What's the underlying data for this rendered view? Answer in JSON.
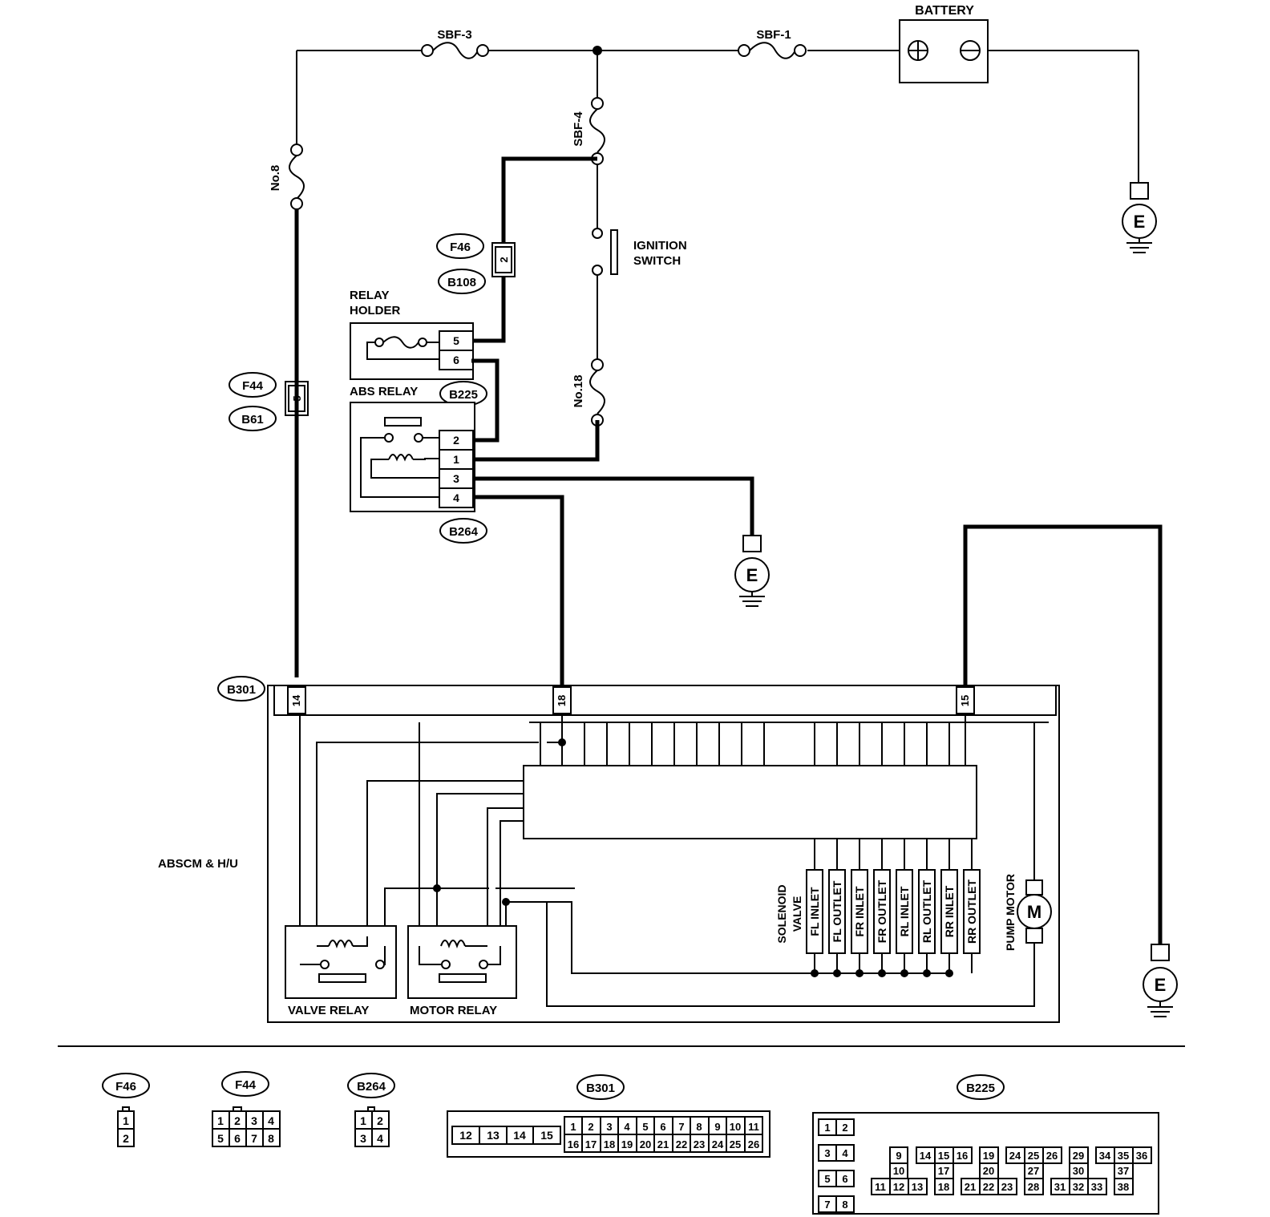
{
  "labels": {
    "battery": "BATTERY",
    "sbf3": "SBF-3",
    "sbf1": "SBF-1",
    "sbf4": "SBF-4",
    "fuse8": "No.8",
    "fuse18": "No.18",
    "ignition1": "IGNITION",
    "ignition2": "SWITCH",
    "relay_holder1": "RELAY",
    "relay_holder2": "HOLDER",
    "abs_relay": "ABS RELAY",
    "abscm": "ABSCM & H/U",
    "valve_relay": "VALVE   RELAY",
    "motor_relay": "MOTOR  RELAY",
    "solenoid1": "SOLENOID",
    "solenoid2": "VALVE",
    "pump_motor": "PUMP MOTOR",
    "ground": "E",
    "motor": "M"
  },
  "connectors": {
    "f46": "F46",
    "b108": "B108",
    "f44": "F44",
    "b61": "B61",
    "b225": "B225",
    "b264": "B264",
    "b301": "B301"
  },
  "pins": {
    "f46_pin": "2",
    "f44_pin": "5",
    "holder_5": "5",
    "holder_6": "6",
    "relay_2": "2",
    "relay_1": "1",
    "relay_3": "3",
    "relay_4": "4",
    "b301_14": "14",
    "b301_18": "18",
    "b301_15": "15"
  },
  "solenoid_valves": [
    "FL  INLET",
    "FL OUTLET",
    "FR  INLET",
    "FR OUTLET",
    "RL  INLET",
    "RL OUTLET",
    "RR  INLET",
    "RR OUTLET"
  ],
  "legend": {
    "f46": {
      "name": "F46",
      "pins": [
        "1",
        "2"
      ]
    },
    "f44": {
      "name": "F44",
      "pins": [
        "1",
        "2",
        "3",
        "4",
        "5",
        "6",
        "7",
        "8"
      ]
    },
    "b264": {
      "name": "B264",
      "pins": [
        "1",
        "2",
        "3",
        "4"
      ]
    },
    "b301": {
      "name": "B301",
      "row_left": [
        "12",
        "13",
        "14",
        "15"
      ],
      "row_top": [
        "1",
        "2",
        "3",
        "4",
        "5",
        "6",
        "7",
        "8",
        "9",
        "10",
        "11"
      ],
      "row_bottom": [
        "16",
        "17",
        "18",
        "19",
        "20",
        "21",
        "22",
        "23",
        "24",
        "25",
        "26"
      ]
    },
    "b225": {
      "name": "B225",
      "pins": [
        "1",
        "2",
        "3",
        "4",
        "5",
        "6",
        "7",
        "8",
        "9",
        "10",
        "11",
        "12",
        "13",
        "14",
        "15",
        "16",
        "17",
        "18",
        "19",
        "20",
        "21",
        "22",
        "23",
        "24",
        "25",
        "26",
        "27",
        "28",
        "29",
        "30",
        "31",
        "32",
        "33",
        "34",
        "35",
        "36",
        "37",
        "38"
      ]
    }
  }
}
